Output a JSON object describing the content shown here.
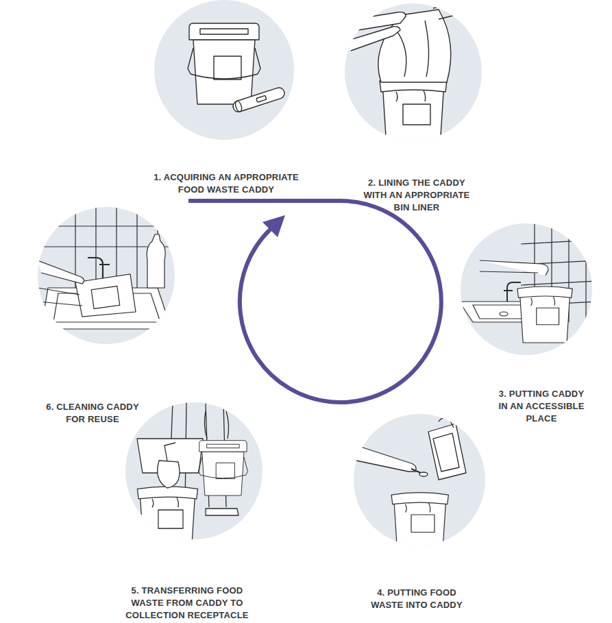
{
  "diagram": {
    "nodes": [
      {
        "text": [
          "1. ACQUIRING AN APPROPRIATE FOOD WASTE CADDY"
        ]
      },
      {
        "text": [
          "2. LINING THE CADDY WITH AN APPROPRIATE BIN LINER"
        ]
      },
      {
        "text": [
          "3. PUTTING CADDY IN AN ACCESSIBLE PLACE"
        ]
      },
      {
        "text": [
          "4. PUTTING FOOD WASTE INTO CADDY"
        ]
      },
      {
        "text": [
          "5. TRANSFERRING FOOD WASTE FROM CADDY TO COLLECTION RECEPTACLE"
        ]
      },
      {
        "text": [
          "6. CLEANING CADDY FOR REUSE"
        ]
      }
    ]
  }
}
